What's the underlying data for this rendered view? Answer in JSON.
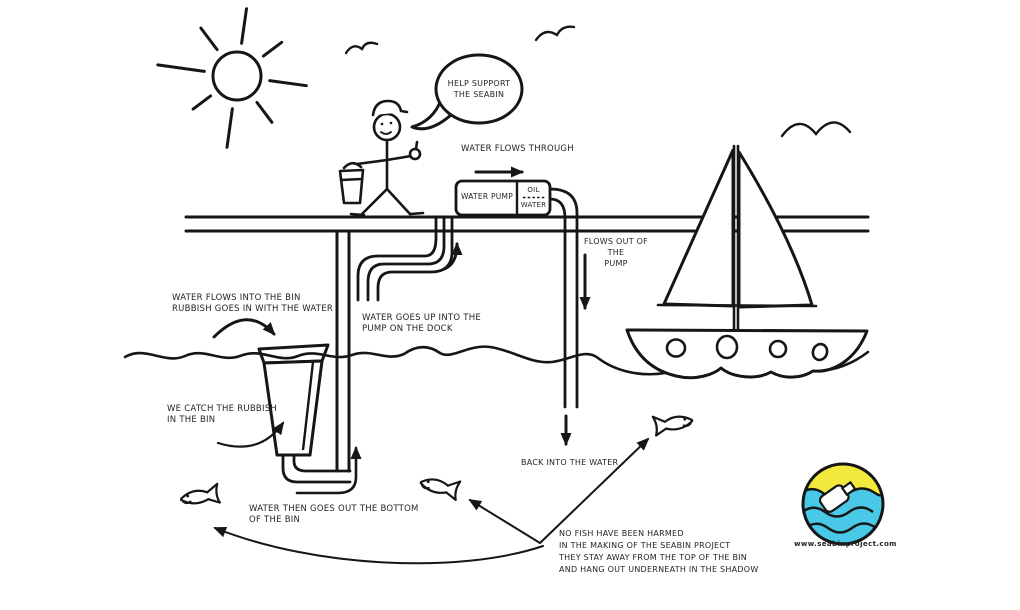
{
  "scene": {
    "title": "Seabin Project hand-drawn explainer diagram",
    "speech_bubble": "HELP SUPPORT\nTHE SEABIN",
    "labels": {
      "water_flows_through": "WATER FLOWS THROUGH",
      "water_pump": "WATER PUMP",
      "oil": "OIL",
      "water": "WATER",
      "flows_out": "FLOWS OUT OF THE\nPUMP",
      "water_goes_up": "WATER GOES UP INTO THE\nPUMP ON THE DOCK",
      "water_flows_into_bin": "WATER FLOWS INTO THE BIN\nRUBBISH GOES IN WITH THE WATER",
      "we_catch": "WE CATCH THE RUBBISH\nIN THE BIN",
      "water_out_bottom": "WATER THEN GOES OUT THE BOTTOM\nOF THE BIN",
      "back_into_water": "BACK INTO THE WATER",
      "no_fish": "NO FISH HAVE BEEN HARMED\nIN THE MAKING OF THE SEABIN PROJECT\nTHEY STAY AWAY FROM THE TOP OF THE BIN\nAND HANG OUT UNDERNEATH IN THE SHADOW"
    },
    "logo": {
      "url": "www.seabinproject.com",
      "colors": {
        "sky_yellow": "#f2e93d",
        "sea_cyan": "#49c8e8",
        "ink": "#161616"
      }
    }
  }
}
